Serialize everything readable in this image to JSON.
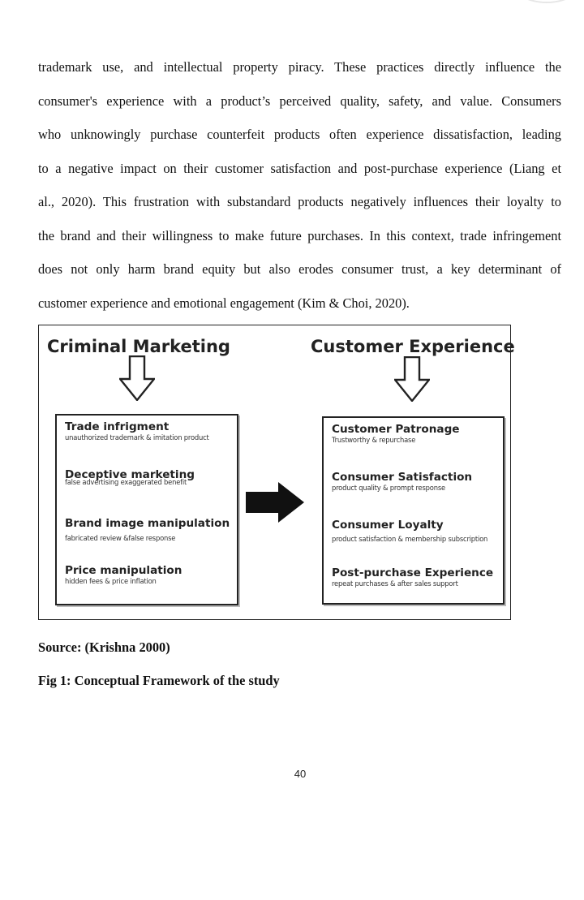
{
  "body": {
    "lines": [
      "trademark use, and intellectual property piracy. These practices directly influence the",
      "consumer's experience with a product’s perceived quality, safety, and value. Consumers",
      "who unknowingly purchase counterfeit products often experience dissatisfaction, leading",
      "to a negative impact on their customer satisfaction and post-purchase experience (Liang et",
      "al., 2020). This frustration with substandard products negatively influences their loyalty to",
      "the brand and their willingness to make future purchases. In this context, trade infringement",
      "does not only harm brand equity but also erodes consumer trust, a key determinant of",
      "customer experience and emotional engagement (Kim & Choi, 2020)."
    ]
  },
  "figure": {
    "left": {
      "title": "Criminal Marketing",
      "items": [
        {
          "title": "Trade infrigment",
          "sub": "unauthorized trademark & imitation product"
        },
        {
          "title": "Deceptive marketing",
          "sub": "false advertising exaggerated benefit"
        },
        {
          "title": "Brand image manipulation",
          "sub": "fabricated review &false response"
        },
        {
          "title": "Price manipulation",
          "sub": "hidden fees & price inflation"
        }
      ]
    },
    "right": {
      "title": "Customer Experience",
      "items": [
        {
          "title": "Customer Patronage",
          "sub": "Trustworthy & repurchase"
        },
        {
          "title": "Consumer Satisfaction",
          "sub": "product quality & prompt response"
        },
        {
          "title": "Consumer Loyalty",
          "sub": "product satisfaction & membership subscription"
        },
        {
          "title": "Post-purchase Experience",
          "sub": "repeat purchases & after sales support"
        }
      ]
    },
    "icons": {
      "down_arrow": "outline-down-arrow-icon",
      "right_arrow": "solid-right-arrow-icon"
    }
  },
  "source": "Source: (Krishna 2000)",
  "caption": "Fig 1: Conceptual Framework of the study",
  "page_number": "40"
}
